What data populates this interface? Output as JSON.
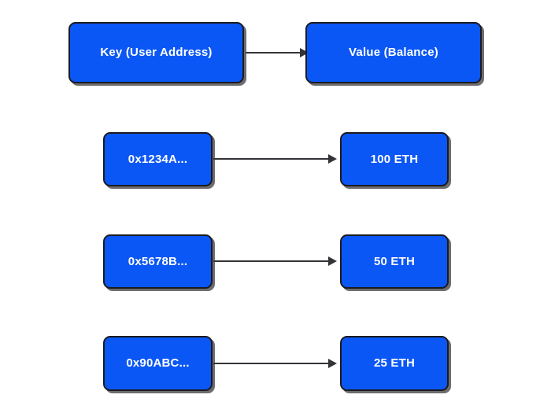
{
  "diagram": {
    "type": "key-value-mapping",
    "background_color": "#ffffff",
    "node_fill_color": "#0b57f5",
    "node_border_color": "#1b1b1f",
    "node_text_color": "#ffffff",
    "edge_color": "#333338",
    "rows": [
      {
        "id": "header",
        "key_label": "Key (User Address)",
        "value_label": "Value (Balance)",
        "arrow": "right-arrow"
      },
      {
        "id": "entry-1",
        "key_label": "0x1234A...",
        "value_label": "100 ETH",
        "arrow": "right-arrow"
      },
      {
        "id": "entry-2",
        "key_label": "0x5678B...",
        "value_label": "50 ETH",
        "arrow": "right-arrow"
      },
      {
        "id": "entry-3",
        "key_label": "0x90ABC...",
        "value_label": "25 ETH",
        "arrow": "right-arrow"
      }
    ]
  }
}
